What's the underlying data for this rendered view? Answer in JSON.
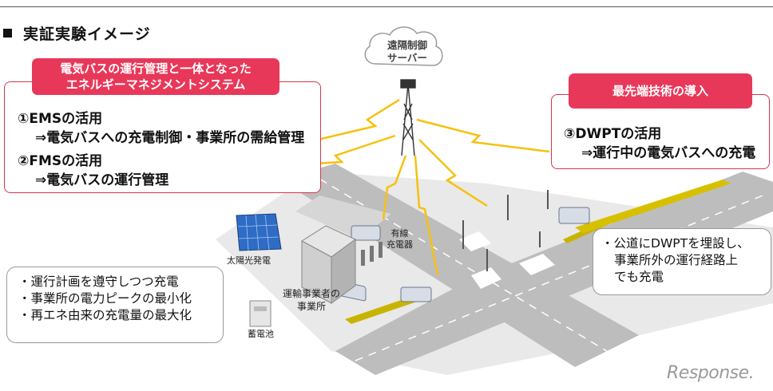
{
  "title": "実証実験イメージ",
  "cloud": {
    "line1": "遠隔制御",
    "line2": "サーバー"
  },
  "left_panel": {
    "header_line1": "電気バスの運行管理と一体となった",
    "header_line2": "エネルギーマネジメントシステム",
    "item1_title": "①EMSの活用",
    "item1_detail": "⇒電気バスへの充電制御・事業所の需給管理",
    "item2_title": "②FMSの活用",
    "item2_detail": "⇒電気バスの運行管理"
  },
  "right_panel": {
    "header": "最先端技術の導入",
    "item3_title": "③DWPTの活用",
    "item3_detail": "⇒運行中の電気バスへの充電"
  },
  "labels": {
    "solar": "太陽光発電",
    "charger_line1": "有線",
    "charger_line2": "充電器",
    "office_line1": "運輸事業者の",
    "office_line2": "事業所",
    "battery": "蓄電池"
  },
  "left_callout": [
    "運行計画を遵守しつつ充電",
    "事業所の電力ピークの最小化",
    "再エネ由来の充電量の最大化"
  ],
  "right_callout": {
    "line1": "公道にDWPTを埋設し、",
    "line2": "事業所外の運行経路上",
    "line3": "でも充電"
  },
  "watermark": "Response.",
  "colors": {
    "accent": "#e8385a",
    "signal": "#f6c10f",
    "road": "#bdbdbd",
    "coil": "#c8b400"
  }
}
